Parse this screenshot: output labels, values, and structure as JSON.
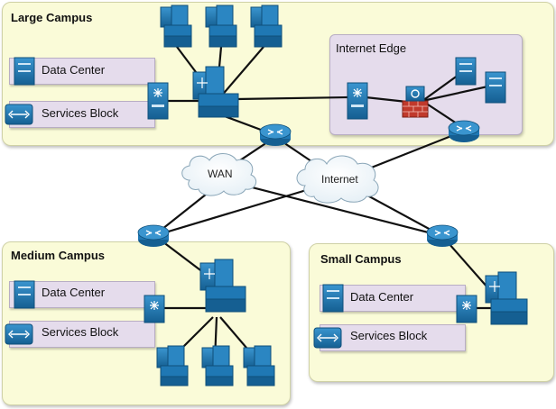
{
  "regions": {
    "large": {
      "title": "Large Campus"
    },
    "medium": {
      "title": "Medium Campus"
    },
    "small": {
      "title": "Small Campus"
    }
  },
  "blocks": {
    "large_dc": "Data Center",
    "large_sb": "Services Block",
    "medium_dc": "Data Center",
    "medium_sb": "Services Block",
    "small_dc": "Data Center",
    "small_sb": "Services Block"
  },
  "internet_edge": {
    "title": "Internet Edge"
  },
  "clouds": {
    "wan": "WAN",
    "internet": "Internet"
  },
  "colors": {
    "region": "#fafbd8",
    "block": "#e5dcec",
    "device": "#1b6fa8",
    "link": "#111111",
    "firewall": "#c0392b"
  }
}
